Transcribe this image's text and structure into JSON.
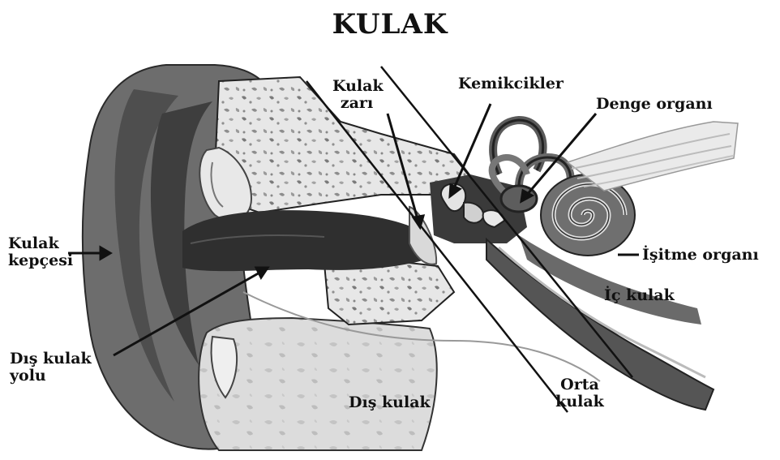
{
  "title": "KULAK",
  "labels": {
    "auricle": [
      "Kulak",
      "kepçesi"
    ],
    "ear_canal": [
      "Dış kulak",
      "yolu"
    ],
    "eardrum": [
      "Kulak",
      "zarı"
    ],
    "ossicles": "Kemikcikler",
    "balance_organ": "Denge organı",
    "hearing_organ": "İşitme organı",
    "inner_ear": "İç kulak",
    "outer_ear": "Dış kulak",
    "middle_ear": [
      "Orta",
      "kulak"
    ]
  },
  "colors": {
    "pinna": "#6d6d6d",
    "pinna_dark": "#3e3e3e",
    "bone": "#e7e7e7",
    "bone_spot": "#8d8d8d",
    "canal": "#2f2f2f",
    "tube": "#555555",
    "ink": "#111111"
  }
}
